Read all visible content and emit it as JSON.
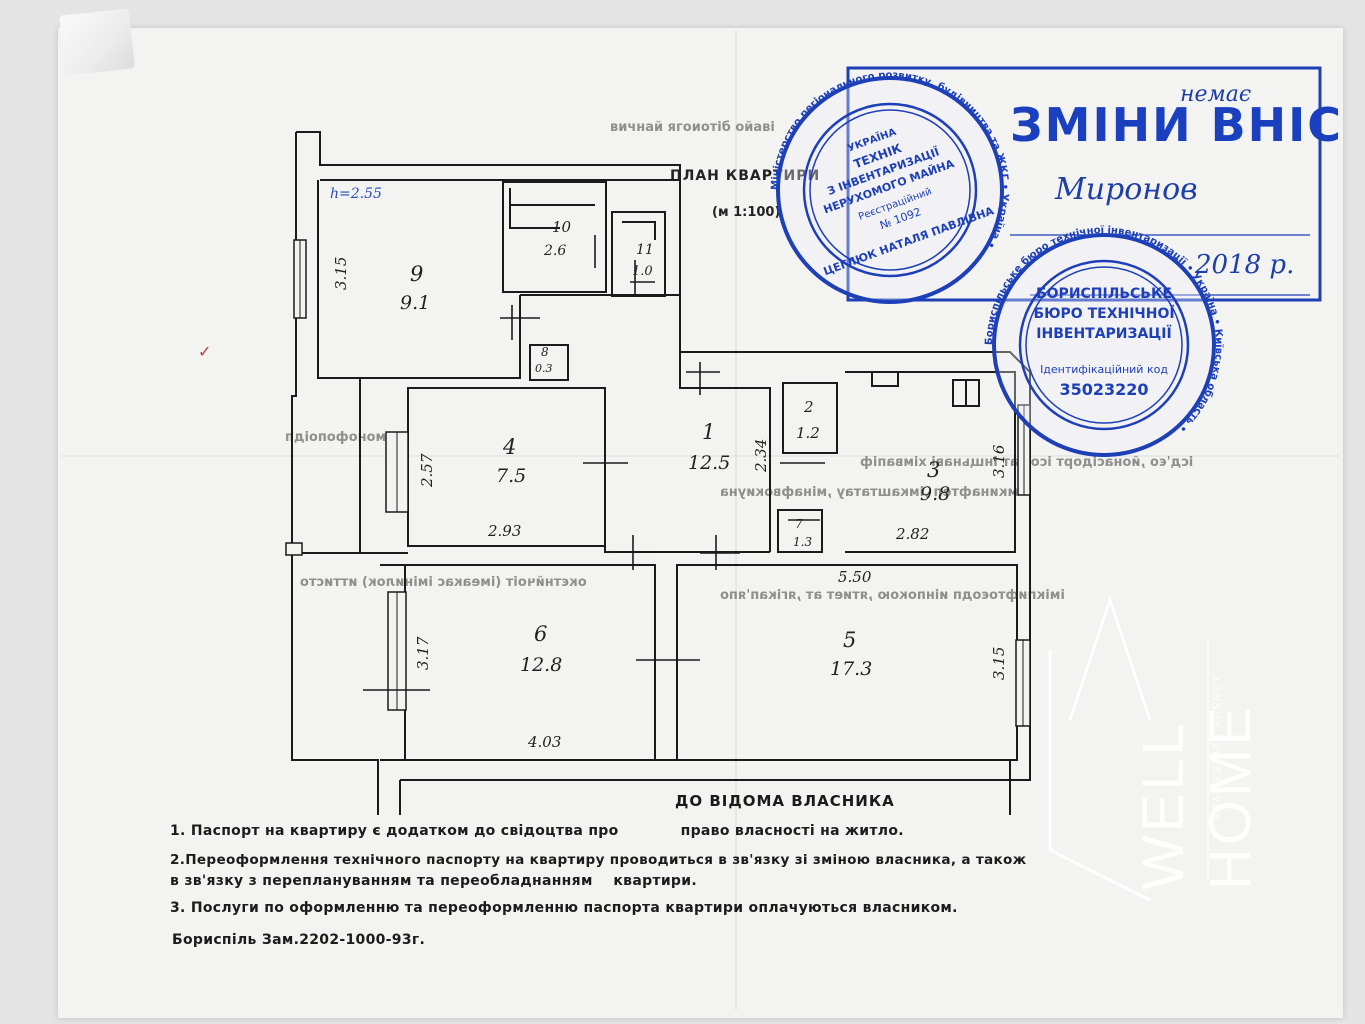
{
  "plan": {
    "title": "ПЛАН КВАРТИРИ",
    "scale": "(м 1:100)",
    "ceiling_height": "h=2.55",
    "rooms": [
      {
        "num": "1",
        "area": "12.5"
      },
      {
        "num": "2",
        "area": "1.2"
      },
      {
        "num": "3",
        "area": "9.8"
      },
      {
        "num": "4",
        "area": "7.5"
      },
      {
        "num": "5",
        "area": "17.3"
      },
      {
        "num": "6",
        "area": "12.8"
      },
      {
        "num": "7",
        "area": "1.3"
      },
      {
        "num": "8",
        "area": "0.3"
      },
      {
        "num": "9",
        "area": "9.1"
      },
      {
        "num": "10",
        "area": "2.6"
      },
      {
        "num": "11",
        "area": "1.0"
      }
    ],
    "dimensions": {
      "d_315_left": "3.15",
      "d_257": "2.57",
      "d_293": "2.93",
      "d_234": "2.34",
      "d_316": "3.16",
      "d_282": "2.82",
      "d_550": "5.50",
      "d_317": "3.17",
      "d_403": "4.03",
      "d_315_right": "3.15"
    }
  },
  "notice": {
    "title": "ДО ВІДОМА ВЛАСНИКА",
    "items": [
      "1. Паспорт на квартиру є додатком до свідоцтва про            право власності на житло.",
      "2.Переоформлення технічного паспорту на квартиру проводиться в зв'язку зі зміною власника, а також",
      "в зв'язку з переплануванням та переобладнанням    квартири.",
      "3. Послуги по оформленню та переоформленню паспорта квартири оплачуються власником."
    ],
    "footer": "Бориспіль Зам.2202-1000-93г."
  },
  "stamps": {
    "box_title": "ЗМІНИ ВНІС",
    "handwritten_top": "немає",
    "handwritten_name": "Миронов",
    "handwritten_date": "2018 р.",
    "round1": {
      "outer": "Міністерство регіонального розвитку, будівництва та ЖКГ • Україна •",
      "inner": [
        "УКРАЇНА",
        "ТЕХНІК",
        "З ІНВЕНТАРИЗАЦІЇ",
        "НЕРУХОМОГО МАЙНА",
        "Реєстраційний",
        "№ 1092",
        "ЦЕГЛЮК НАТАЛЯ ПАВЛІВНА"
      ]
    },
    "round2": {
      "outer": "Бориспільське бюро технічної інвентаризації • Україна • Київська область •",
      "inner": [
        "БОРИСПІЛЬСЬКЕ",
        "БЮРО ТЕХНІЧНОЇ",
        "ІНВЕНТАРИЗАЦІЇ",
        "Ідентифікаційний код",
        "35023220"
      ]
    }
  },
  "watermark": {
    "brand": "WELL HOME",
    "tagline": "REAL ESTATE AGENCY"
  },
  "colors": {
    "stamp_blue": "#1d3fb8",
    "ink": "#222222",
    "paper": "#f3f3f1"
  }
}
